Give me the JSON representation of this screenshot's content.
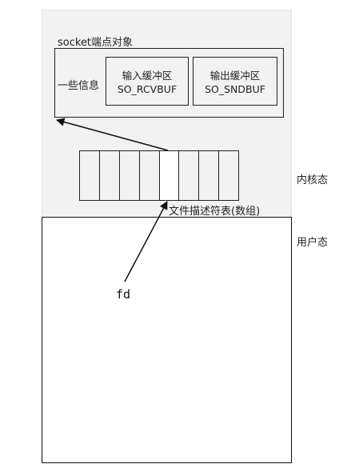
{
  "diagram": {
    "socket_object_title": "socket端点对象",
    "info_label": "一些信息",
    "receive_buffer": {
      "name": "输入缓冲区",
      "id": "SO_RCVBUF"
    },
    "send_buffer": {
      "name": "输出缓冲区",
      "id": "SO_SNDBUF"
    },
    "fd_table_label": "文件描述符表(数组)",
    "kernel_space_label": "内核态",
    "user_space_label": "用户态",
    "fd_variable_label": "fd",
    "fd_table_slots": 8,
    "fd_target_slot_index": 4
  }
}
